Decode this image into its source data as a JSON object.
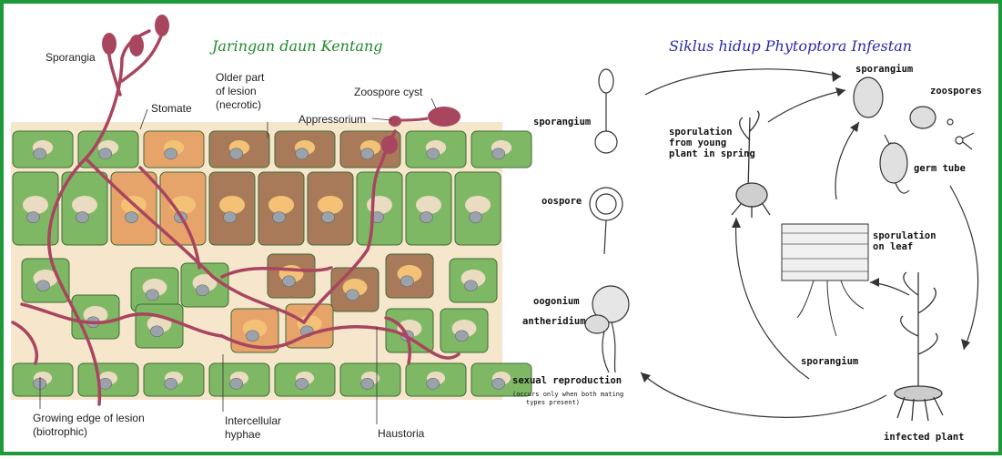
{
  "left": {
    "title": "Jaringan daun Kentang",
    "labels": {
      "sporangia": "Sporangia",
      "stomate": "Stomate",
      "older_line1": "Older part",
      "older_line2": "of lesion",
      "older_line3": "(necrotic)",
      "zoospore_cyst": "Zoospore cyst",
      "appressorium": "Appressorium",
      "growing_line1": "Growing edge of lesion",
      "growing_line2": "(biotrophic)",
      "intercellular_line1": "Intercellular",
      "intercellular_line2": "hyphae",
      "haustoria": "Haustoria"
    }
  },
  "right": {
    "title": "Siklus hidup Phytoptora Infestan",
    "labels": {
      "sporangium_top": "sporangium",
      "zoospores": "zoospores",
      "sporangium_left": "sporangium",
      "sporulation_spring_1": "sporulation",
      "sporulation_spring_2": "from young",
      "sporulation_spring_3": "plant in spring",
      "germ_tube": "germ tube",
      "oospore": "oospore",
      "sporulation_leaf_1": "sporulation",
      "sporulation_leaf_2": "on leaf",
      "oogonium": "oogonium",
      "antheridium": "antheridium",
      "sporangium_bottom": "sporangium",
      "sexual_reproduction": "sexual reproduction",
      "sexual_note_1": "(occurs only when both mating",
      "sexual_note_2": "types present)",
      "infected_plant": "infected plant"
    }
  },
  "colors": {
    "frame": "#1e9a3a",
    "healthy_cell": "#7fb865",
    "necrotic_cell": "#a97a5a",
    "lesion_cell": "#e7a46a",
    "hyphae": "#a8455f",
    "nucleus": "#9aa3ab",
    "intercellular": "#f6e6cc"
  }
}
